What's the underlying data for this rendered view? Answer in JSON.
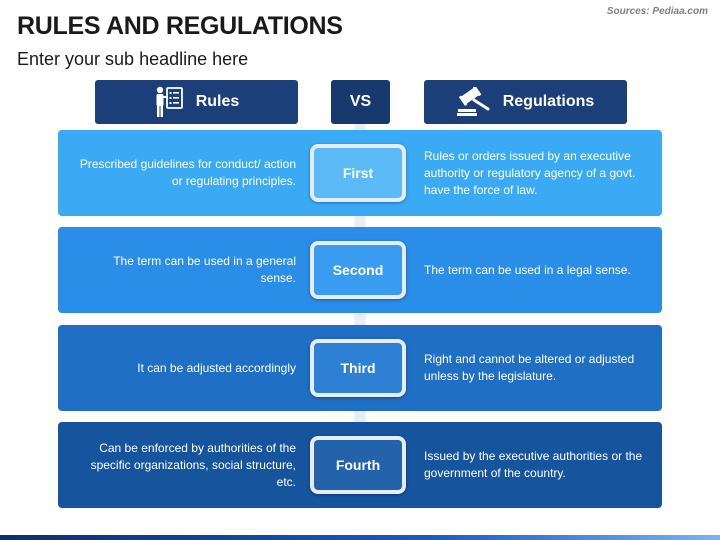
{
  "header": {
    "title": "RULES AND REGULATIONS",
    "subtitle": "Enter your sub headline here",
    "source": "Sources: Pediaa.com"
  },
  "columns": {
    "left": {
      "label": "Rules",
      "icon": "presenter-checklist-icon"
    },
    "middle": {
      "label": "VS"
    },
    "right": {
      "label": "Regulations",
      "icon": "gavel-icon"
    }
  },
  "rows": [
    {
      "badge": "First",
      "left": "Prescribed guidelines for conduct/ action or regulating principles.",
      "right": "Rules or orders issued by an executive authority or regulatory agency of a govt. have the force of law.",
      "color": "#3aaaf5",
      "badge_color": "#5cbaf7"
    },
    {
      "badge": "Second",
      "left": "The term can be used in a general sense.",
      "right": "The term can be used in a legal sense.",
      "color": "#2a8de8",
      "badge_color": "#3a9cf0"
    },
    {
      "badge": "Third",
      "left": "It can be adjusted accordingly",
      "right": "Right and cannot be altered or adjusted unless by the legislature.",
      "color": "#1f6fc4",
      "badge_color": "#2d80d4"
    },
    {
      "badge": "Fourth",
      "left": "Can be enforced by authorities of the specific organizations, social structure, etc.",
      "right": "Issued by the executive authorities or the government of the country.",
      "color": "#16549e",
      "badge_color": "#2462ac"
    }
  ],
  "colors": {
    "header_bg": "#1c3f7a",
    "spine": "#e8eef6"
  }
}
